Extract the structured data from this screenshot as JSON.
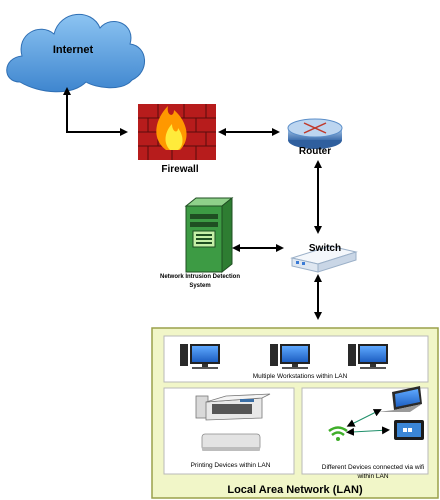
{
  "nodes": {
    "internet": "Internet",
    "firewall": "Firewall",
    "router": "Router",
    "switch": "Switch",
    "ids": "Network Intrusion Detection System"
  },
  "lan": {
    "title": "Local Area Network (LAN)",
    "workstations_label": "Multiple Workstations within LAN",
    "printing_label": "Printing Devices within LAN",
    "wifi_label": "Different Devices connected via wifi within LAN"
  },
  "colors": {
    "cloud": "#5aa3e0",
    "firewall_brick": "#b71c1c",
    "router": "#5b8ec9",
    "ids": "#1f6b2a",
    "lan_background": "#f1f6c8",
    "lan_border": "#9aa04a"
  },
  "icons": [
    "cloud-icon",
    "firewall-icon",
    "router-icon",
    "switch-icon",
    "server-icon",
    "desktop-icon",
    "printer-icon",
    "laptop-icon",
    "tablet-icon",
    "wifi-icon"
  ]
}
